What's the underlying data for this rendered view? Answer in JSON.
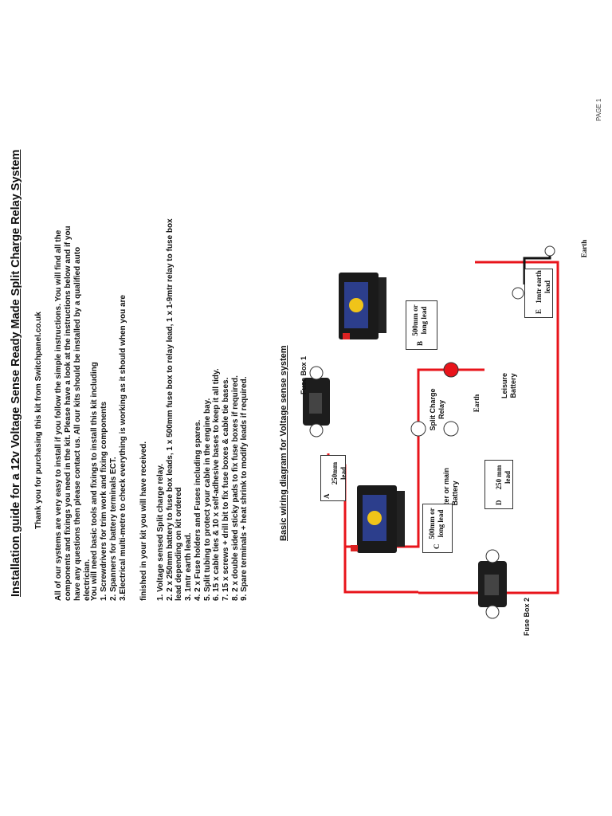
{
  "document": {
    "title": "Installation guide for a 12v Voltage Sense Ready Made Split Charge Relay System",
    "thanks": "Thank you for purchasing this kit from Switchpanel.co.uk",
    "intro": "All of our systems are very easy to install if you follow the simple instructions. You will find all the components and fixings you need in the kit. Please have a look at the instructions below and if you have any questions then please contact us. All our kits should be installed by a qualified auto electrician.",
    "tools_heading": "You will need basic tools and fixings to install this kit including",
    "tools": [
      "1. Screwdrivers for trim work and fixing components",
      "2. Spanners for battery terminals ECT.",
      "3.Electrical multi-metre to check everything is working as it should when you are"
    ],
    "finished": "finished in your kit you will have received.",
    "kit_items": [
      "1. Voltage sensed Split charge relay.",
      "2. 2 x 250mm battery to fuse box leads, 1 x 500mm fuse box to relay lead, 1 x 1-9mtr relay to fuse box",
      "lead depending on kit ordered",
      "3. 1mtr earth lead.",
      "4. 2 x Fuse holders and Fuses including spares.",
      "5. Split tubing to protect your cable in the engine bay.",
      "6. 15 x cable ties & 10 x self-adhesive bases to keep it all tidy.",
      "7. 15 x screws + drill bit to fix fuse boxes & cable tie bases.",
      "8. 2 x double sided sticky pads to fix fuse boxes if required.",
      "9. Spare terminals + heat shrink to modify leads if required."
    ],
    "page": "PAGE 1"
  },
  "diagram": {
    "title": "Basic wiring diagram for Voltage sense system",
    "starter_battery": "Starter or main Battery",
    "fuse_box_1": "Fuse Box 1",
    "fuse_box_2": "Fuse Box 2",
    "relay": "Split Charge Relay",
    "leisure_battery": "Leisure Battery",
    "earth_relay": "Earth",
    "earth_end": "Earth",
    "lead_a_letter": "A",
    "lead_a_text": "250mm lead",
    "lead_b_letter": "B",
    "lead_b_text": "500mm or long lead",
    "lead_c_letter": "C",
    "lead_c_text": "500mm or long lead",
    "lead_d_letter": "D",
    "lead_d_text": "250 mm lead",
    "lead_e_letter": "E",
    "lead_e_text": "1mtr earth lead",
    "wire_color": "#e8141b",
    "earth_wire_color": "#111111"
  }
}
